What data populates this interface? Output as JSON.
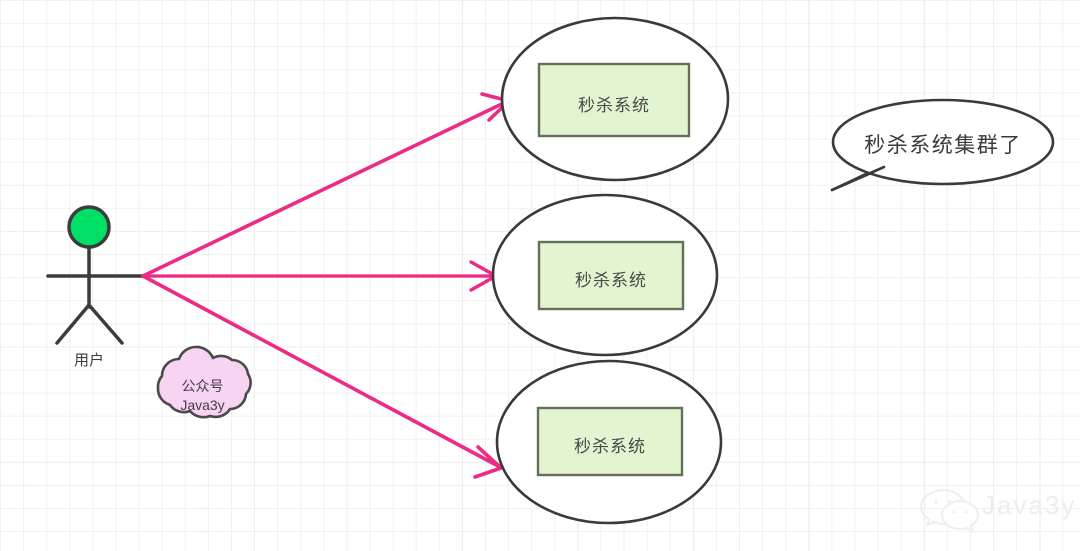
{
  "diagram": {
    "title": "seckill-system-cluster-diagram",
    "background": {
      "grid_minor_color": "#f0f0f0",
      "grid_major_color": "#e6e6e6",
      "page_color": "#ffffff"
    },
    "actor": {
      "name": "user-actor",
      "label": "用户",
      "head_color": "#00e066",
      "stroke_color": "#3a3a3a"
    },
    "systems": [
      {
        "name": "seckill-system-1",
        "label": "秒杀系统",
        "fill": "#e2f5d0",
        "border": "#63705a",
        "ellipse_stroke": "#3a3a3a"
      },
      {
        "name": "seckill-system-2",
        "label": "秒杀系统",
        "fill": "#e2f5d0",
        "border": "#63705a",
        "ellipse_stroke": "#3a3a3a"
      },
      {
        "name": "seckill-system-3",
        "label": "秒杀系统",
        "fill": "#e2f5d0",
        "border": "#63705a",
        "ellipse_stroke": "#3a3a3a"
      }
    ],
    "arrows": {
      "name": "user-to-system-arrows",
      "count": 3,
      "color": "#ed2a86",
      "origin_label": "user-actor",
      "targets": [
        "seckill-system-1",
        "seckill-system-2",
        "seckill-system-3"
      ]
    },
    "cloud_note": {
      "name": "wechat-account-cloud",
      "line1": "公众号",
      "line2": "Java3y",
      "fill": "#f7d4f2",
      "stroke": "#4a4a4a",
      "text_color": "#4a3a4a"
    },
    "speech_bubble": {
      "name": "cluster-callout",
      "text": "秒杀系统集群了",
      "fill": "#ffffff",
      "stroke": "#3a3a3a",
      "text_color": "#3a3a3a"
    },
    "watermark": {
      "name": "wechat-watermark",
      "icon": "wechat-icon",
      "text": "Java3y",
      "color": "#ededf0"
    }
  }
}
